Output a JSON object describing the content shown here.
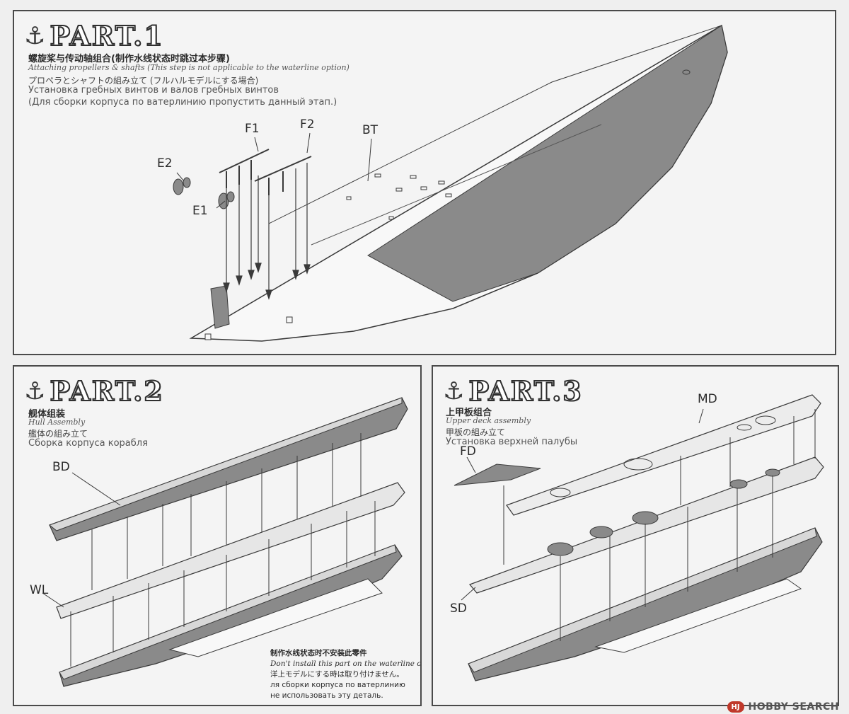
{
  "part1": {
    "title": "PART.1",
    "zh": "螺旋桨与传动轴组合(制作水线状态时跳过本步骤)",
    "en": "Attaching propellers & shafts (This step is not applicable to the waterline option)",
    "ja": "プロペラとシャフトの組み立て (フルハルモデルにする場合)",
    "ru1": "Установка гребных винтов и валов гребных винтов",
    "ru2": "(Для сборки корпуса по ватерлинию пропустить данный этап.)",
    "labels": {
      "e2": "E2",
      "e1": "E1",
      "f1": "F1",
      "f2": "F2",
      "bt": "BT"
    }
  },
  "part2": {
    "title": "PART.2",
    "zh": "舰体组装",
    "en": "Hull Assembly",
    "ja": "艦体の組み立て",
    "ru": "Сборка корпуса корабля",
    "labels": {
      "bd": "BD",
      "wl": "WL"
    },
    "note": {
      "zh": "制作水线状态时不安装此零件",
      "en": "Don't install this part on the waterline option",
      "ja": "洋上モデルにする時は取り付けません。",
      "ru1": "ля сборки корпуса по ватерлинию",
      "ru2": "не использовать эту деталь."
    }
  },
  "part3": {
    "title": "PART.3",
    "zh": "上甲板组合",
    "en": "Upper deck assembly",
    "ja": "甲板の組み立て",
    "ru": "Установка верхней палубы",
    "labels": {
      "md": "MD",
      "fd": "FD",
      "sd": "SD"
    }
  },
  "watermark": {
    "icon": "HJ",
    "text": "HOBBY SEARCH"
  },
  "colors": {
    "hull_grey": "#8a8a8a",
    "outline": "#3a3a3a",
    "paper": "#f4f4f4"
  },
  "icons": {
    "anchor": "⚓"
  }
}
